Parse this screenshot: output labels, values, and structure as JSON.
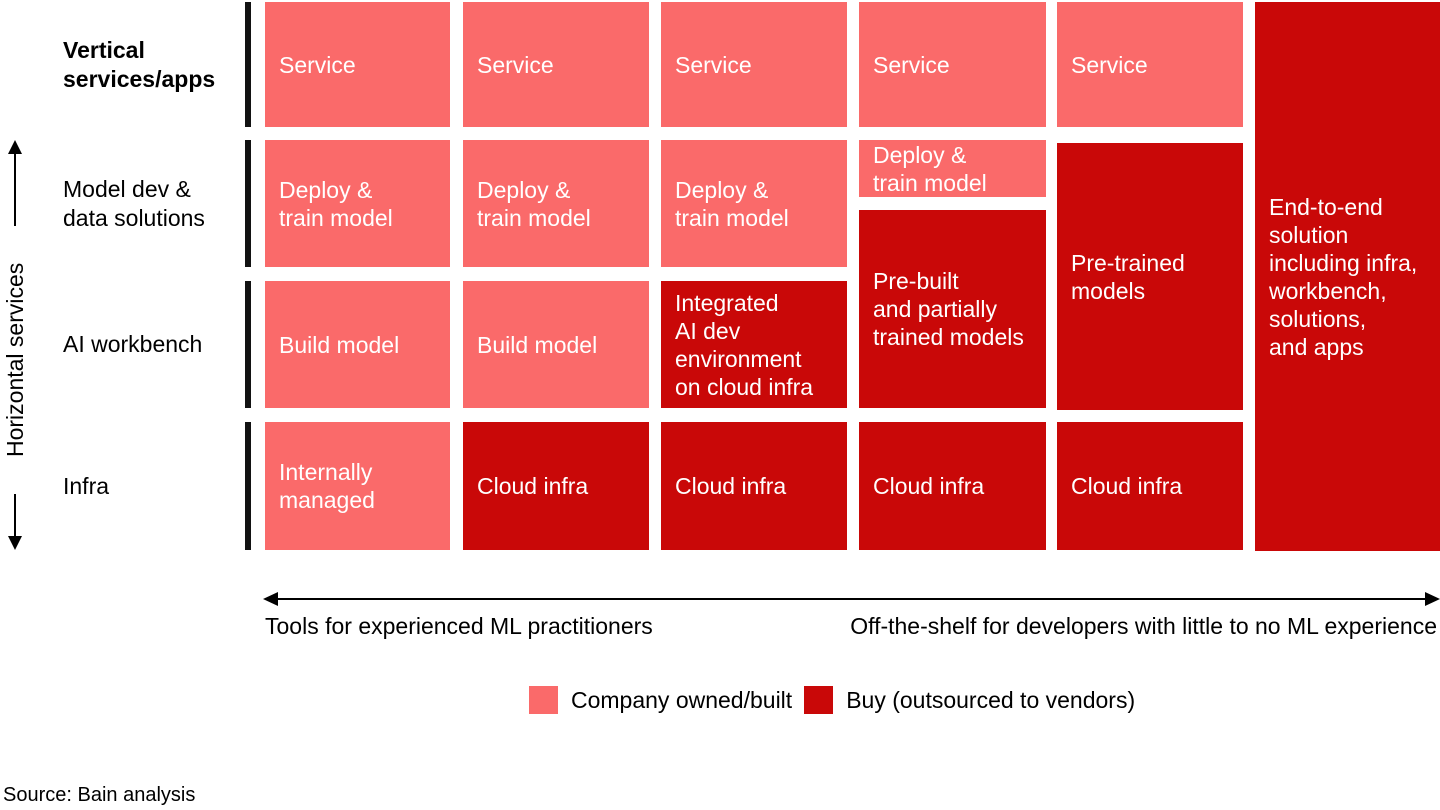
{
  "colors": {
    "owned": "#FA6A6A",
    "buy": "#C90808",
    "box_text": "#FFFFFF",
    "axis": "#000000"
  },
  "y_axis": {
    "label": "Horizontal services"
  },
  "row_labels": [
    {
      "label": "Vertical\nservices/apps"
    },
    {
      "label": "Model dev &\ndata solutions"
    },
    {
      "label": "AI workbench"
    },
    {
      "label": "Infra"
    }
  ],
  "boxes": [
    {
      "label": "Service",
      "ownership": "owned"
    },
    {
      "label": "Service",
      "ownership": "owned"
    },
    {
      "label": "Service",
      "ownership": "owned"
    },
    {
      "label": "Service",
      "ownership": "owned"
    },
    {
      "label": "Service",
      "ownership": "owned"
    },
    {
      "label": "Deploy &\ntrain model",
      "ownership": "owned"
    },
    {
      "label": "Deploy &\ntrain model",
      "ownership": "owned"
    },
    {
      "label": "Deploy &\ntrain model",
      "ownership": "owned"
    },
    {
      "label": "Deploy &\ntrain model",
      "ownership": "owned"
    },
    {
      "label": "Pre-built\nand partially\ntrained models",
      "ownership": "buy"
    },
    {
      "label": "Pre-trained\nmodels",
      "ownership": "buy"
    },
    {
      "label": "Build model",
      "ownership": "owned"
    },
    {
      "label": "Build model",
      "ownership": "owned"
    },
    {
      "label": "Integrated\nAI dev\nenvironment\non cloud infra",
      "ownership": "buy"
    },
    {
      "label": "Internally\nmanaged",
      "ownership": "owned"
    },
    {
      "label": "Cloud infra",
      "ownership": "buy"
    },
    {
      "label": "Cloud infra",
      "ownership": "buy"
    },
    {
      "label": "Cloud infra",
      "ownership": "buy"
    },
    {
      "label": "Cloud infra",
      "ownership": "buy"
    },
    {
      "label": "End-to-end\nsolution\nincluding infra,\nworkbench,\nsolutions,\nand apps",
      "ownership": "buy"
    }
  ],
  "x_axis": {
    "left_label": "Tools for experienced ML practitioners",
    "right_label": "Off-the-shelf for developers with little to no ML experience"
  },
  "legend": [
    {
      "label": "Company owned/built",
      "color": "#FA6A6A"
    },
    {
      "label": "Buy (outsourced to vendors)",
      "color": "#C90808"
    }
  ],
  "source": "Source: Bain analysis"
}
